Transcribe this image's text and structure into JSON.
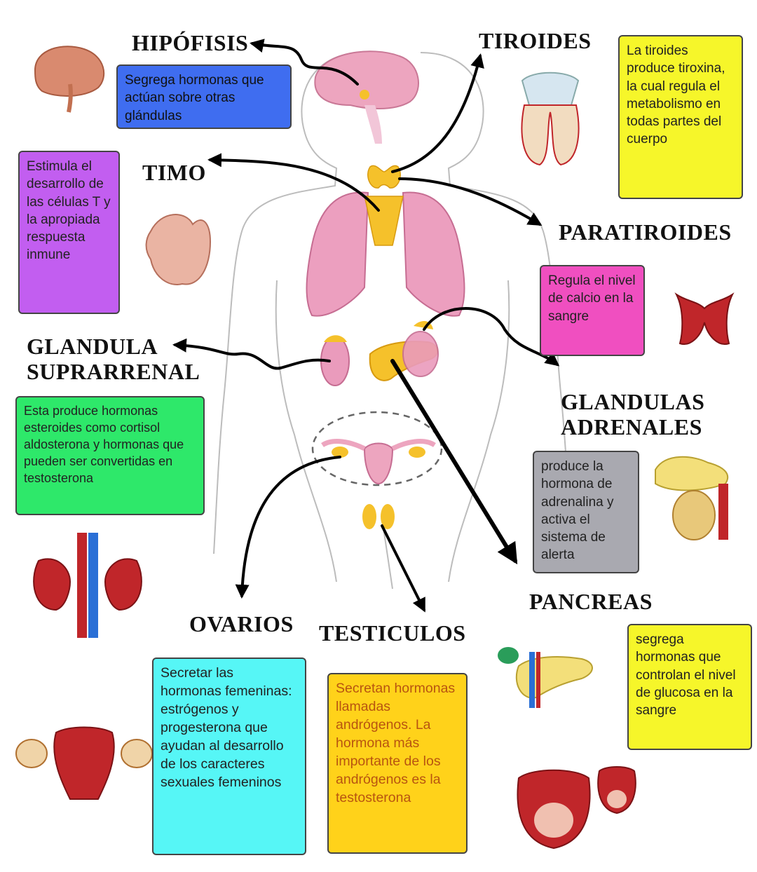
{
  "glands": {
    "hipofisis": {
      "title": "HIPÓFISIS",
      "desc": "Segrega hormonas que actúan sobre otras glándulas"
    },
    "tiroides": {
      "title": "TIROIDES",
      "desc": "La tiroides produce tiroxina, la cual regula el metabolismo en todas partes del cuerpo"
    },
    "timo": {
      "title": "TIMO",
      "desc": "Estimula el desarrollo de las células T y la apropiada respuesta inmune"
    },
    "paratiroides": {
      "title": "PARATIROIDES",
      "desc": "Regula el nivel de calcio en la sangre"
    },
    "suprarrenal": {
      "title_line1": "GLANDULA",
      "title_line2": "SUPRARRENAL",
      "desc": "Esta produce hormonas esteroides como cortisol aldosterona y hormonas que pueden ser convertidas en testosterona"
    },
    "adrenales": {
      "title_line1": "GLANDULAS",
      "title_line2": "ADRENALES",
      "desc": "produce la hormona de adrenalina y activa el sistema de alerta"
    },
    "pancreas": {
      "title": "PANCREAS",
      "desc": "segrega hormonas que controlan el nivel de glucosa en la sangre"
    },
    "ovarios": {
      "title": "OVARIOS",
      "desc": "Secretar las hormonas femeninas: estrógenos y progesterona que ayudan al desarrollo de los caracteres sexuales femeninos"
    },
    "testiculos": {
      "title": "TESTICULOS",
      "desc": "Secretan hormonas llamadas andrógenos. La hormona más importante de los andrógenos es la testosterona"
    }
  },
  "colors": {
    "blue": "#3f6df0",
    "yellow": "#f6f62a",
    "purple": "#c25ef0",
    "pink": "#f04fc0",
    "green": "#2ee86a",
    "gray": "#a9a9b0",
    "cyan": "#56f6f6",
    "gold": "#ffd21a",
    "organ_pink": "#eea5c2",
    "organ_yellow": "#f5c12b",
    "organ_red": "#c0262a"
  },
  "icons": [
    "brain-icon",
    "thyroid-icon",
    "thymus-icon",
    "parathyroid-icon",
    "kidneys-icon",
    "pancreas-adrenal-icon",
    "uterus-icon",
    "pancreas-icon",
    "testes-icon"
  ]
}
